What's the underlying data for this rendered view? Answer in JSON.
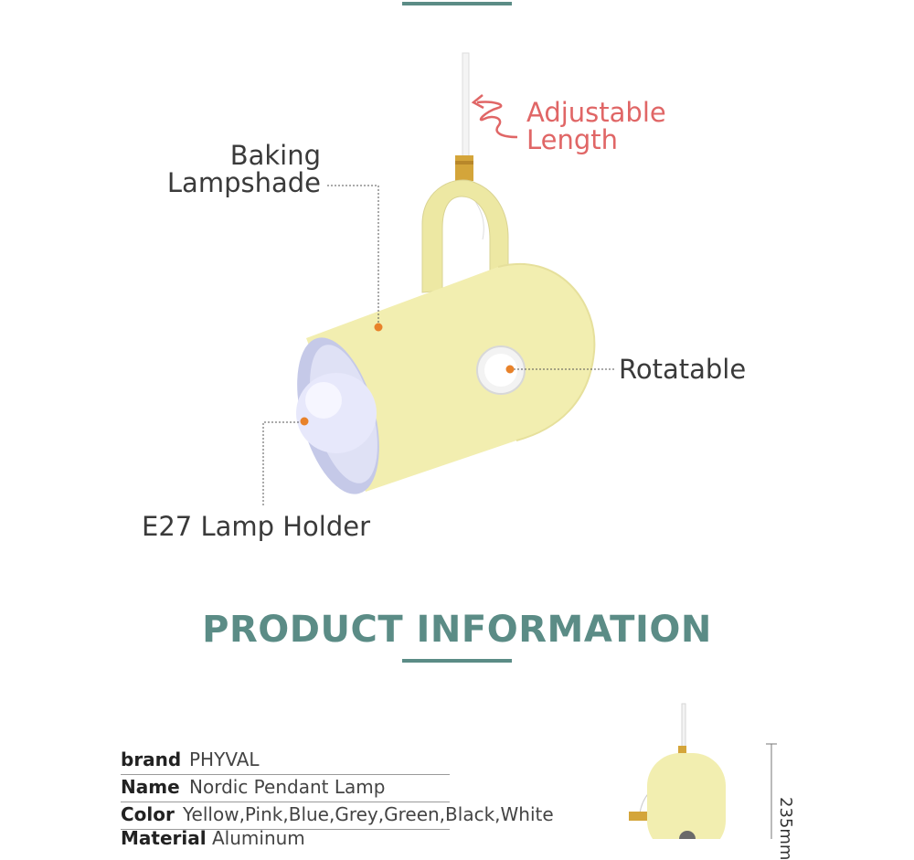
{
  "callouts": {
    "adjustable": [
      "Adjustable",
      "Length"
    ],
    "baking": [
      "Baking",
      "Lampshade"
    ],
    "rotatable": "Rotatable",
    "lamp_holder": "E27 Lamp Holder"
  },
  "section_title": "PRODUCT INFORMATION",
  "info": {
    "rows": [
      {
        "key": "brand",
        "value": "PHYVAL"
      },
      {
        "key": "Name",
        "value": "Nordic Pendant Lamp"
      },
      {
        "key": "Color",
        "value": "Yellow,Pink,Blue,Grey,Green,Black,White"
      },
      {
        "key": "Material",
        "value": "Aluminum"
      }
    ]
  },
  "dimension_label": "235mm",
  "colors": {
    "accent": "#5b8c86",
    "annotation_red": "#e06666",
    "lamp_yellow": "#f2eeb0",
    "marker_orange": "#e8822a"
  },
  "icons": [
    "lamp-illustration",
    "squiggle-arrow-icon",
    "marker-dot-icon"
  ]
}
